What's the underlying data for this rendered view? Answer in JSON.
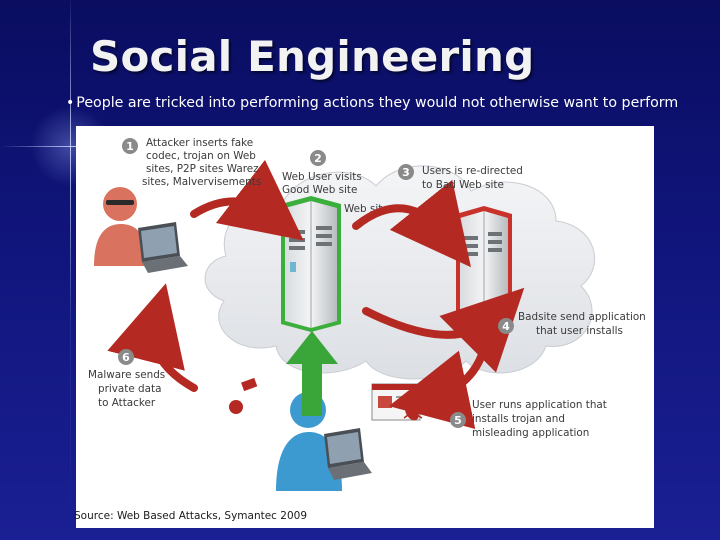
{
  "slide": {
    "title": "Social Engineering",
    "bullet": "People are tricked into performing actions they would not otherwise want to perform",
    "bullet_marker": "•",
    "source": "Source: Web Based Attacks, Symantec 2009"
  },
  "diagram": {
    "cloud_label": "Web site",
    "steps": [
      {
        "number": "1",
        "lines": [
          "Attacker inserts fake",
          "codec, trojan on Web",
          "sites, P2P sites Warez",
          "sites, Malvervisements"
        ]
      },
      {
        "number": "2",
        "lines": [
          "Web User visits",
          "Good Web site"
        ]
      },
      {
        "number": "3",
        "lines": [
          "Users is re-directed",
          "to Bad Web site"
        ]
      },
      {
        "number": "4",
        "lines": [
          "Badsite send application",
          "that user installs"
        ]
      },
      {
        "number": "5",
        "lines": [
          "User runs application that",
          "installs trojan and",
          "misleading application"
        ]
      },
      {
        "number": "6",
        "lines": [
          "Malware sends",
          "private data",
          "to Attacker"
        ]
      }
    ],
    "colors": {
      "attacker": "#d9725e",
      "user": "#3d9ad1",
      "arrow_red": "#b42a22",
      "arrow_green": "#3aa63a",
      "cloud": "#e8eaed",
      "step_circle": "#8a8a8a",
      "good_server_edge": "#3cae3c",
      "bad_server_edge": "#c8322b"
    },
    "icons": [
      "attacker-figure-icon",
      "laptop-icon",
      "good-server-icon",
      "bad-server-icon",
      "user-figure-icon",
      "app-window-icon",
      "bug-icon",
      "data-packet-icon"
    ]
  }
}
